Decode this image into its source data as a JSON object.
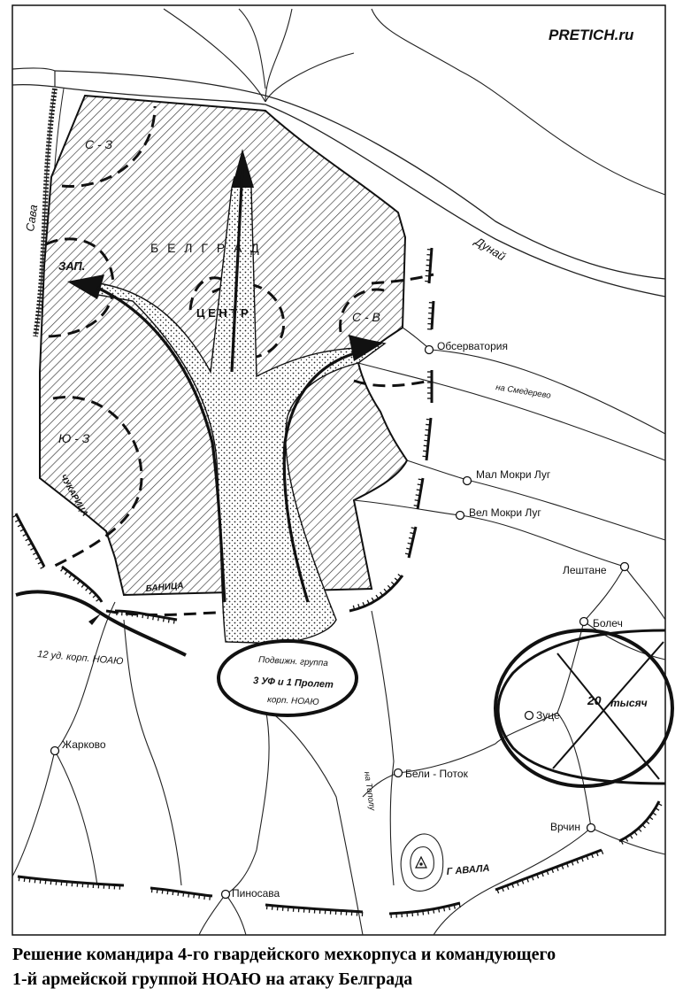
{
  "watermark": "PRETICH.ru",
  "caption": {
    "line1": "Решение командира 4-го гвардейского мехкорпуса и командующего",
    "line2": "1-й армейской группой НОАЮ на атаку Белграда"
  },
  "city": {
    "name": "Б Е Л Г Р А Д",
    "sectors": {
      "nw": "С - З",
      "west": "ЗАП.",
      "center": "Ц Е Н Т Р",
      "ne": "С - В",
      "sw": "Ю - З"
    }
  },
  "rivers": {
    "sava": "Сава",
    "danube": "Дунай",
    "chukarica": "ЧУКАРИЦА",
    "banica": "БАНИЦА"
  },
  "places": {
    "observatory": "Обсерватория",
    "mal_mokri_lug": "Мал Мокри Луг",
    "vel_mokri_lug": "Вел Мокри Луг",
    "leshtane": "Лештане",
    "bolech": "Болеч",
    "zuce": "Зуце",
    "beli_potok": "Бели - Поток",
    "vrchin": "Врчин",
    "zharkovo": "Жарково",
    "pinosava": "Пиносава",
    "avala": "Г АВАЛА"
  },
  "roads": {
    "smederevo": "на Смедерево",
    "topola": "на Тополу"
  },
  "units": {
    "mobile_group": [
      "Подвижн. группа",
      "3 УФ и 1 Пролет",
      "корп. НОАЮ"
    ],
    "corps_12": "12 уд. корп. НОАЮ",
    "encircled": [
      "20",
      "тысяч"
    ]
  }
}
